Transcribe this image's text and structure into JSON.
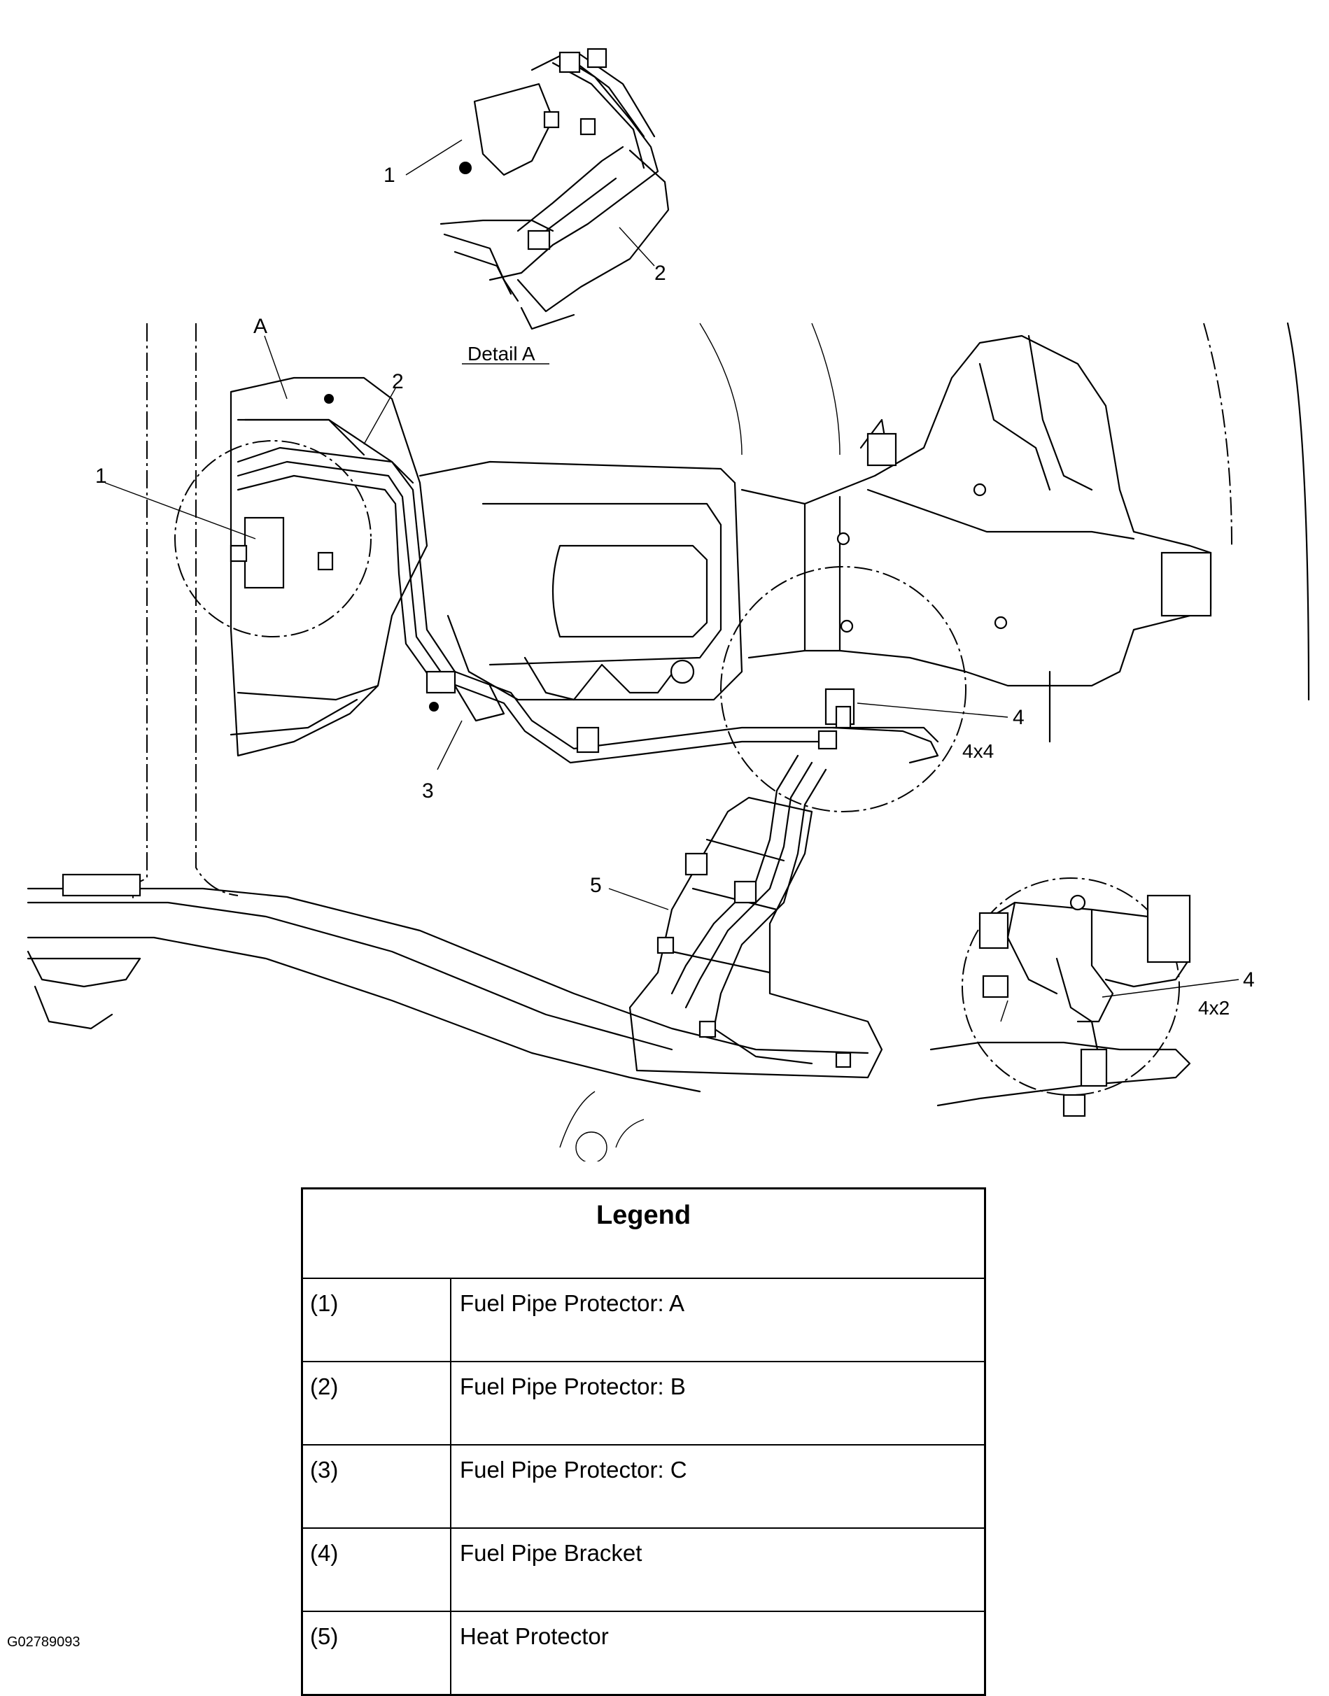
{
  "diagram": {
    "callouts": {
      "detail_1": "1",
      "detail_2": "2",
      "detail_title": "Detail A",
      "main_a": "A",
      "main_1": "1",
      "main_2": "2",
      "main_3": "3",
      "main_4": "4",
      "main_5": "5",
      "variant_4x4": "4x4",
      "inset_4": "4",
      "variant_4x2": "4x2"
    }
  },
  "legend": {
    "title": "Legend",
    "rows": [
      {
        "num": "(1)",
        "desc": "Fuel Pipe Protector: A"
      },
      {
        "num": "(2)",
        "desc": "Fuel Pipe Protector: B"
      },
      {
        "num": "(3)",
        "desc": "Fuel Pipe Protector: C"
      },
      {
        "num": "(4)",
        "desc": "Fuel Pipe Bracket"
      },
      {
        "num": "(5)",
        "desc": "Heat Protector"
      }
    ]
  },
  "figure_id": "G02789093"
}
